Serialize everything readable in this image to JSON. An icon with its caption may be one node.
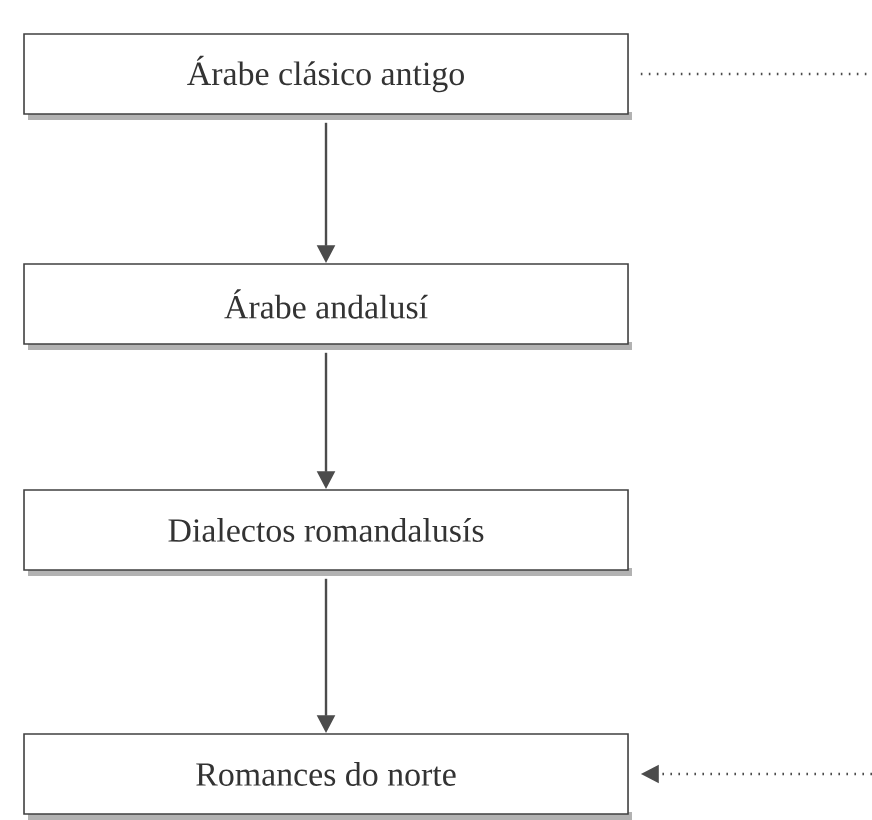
{
  "diagram": {
    "nodes": [
      {
        "text": [
          "Árabe clásico antigo"
        ]
      },
      {
        "text": [
          "Árabe andalusí"
        ]
      },
      {
        "text": [
          "Dialectos romandalusís"
        ]
      },
      {
        "text": [
          "Romances do norte"
        ]
      }
    ],
    "edges": [
      {
        "from": 0,
        "to": 1,
        "arrow": "to"
      },
      {
        "from": 1,
        "to": 2,
        "arrow": "to"
      },
      {
        "from": 2,
        "to": 3,
        "arrow": "to"
      },
      {
        "from": 0,
        "to": null,
        "arrow": "none",
        "style": "dashed"
      },
      {
        "from": null,
        "to": 3,
        "arrow": "to",
        "style": "dashed"
      }
    ]
  }
}
